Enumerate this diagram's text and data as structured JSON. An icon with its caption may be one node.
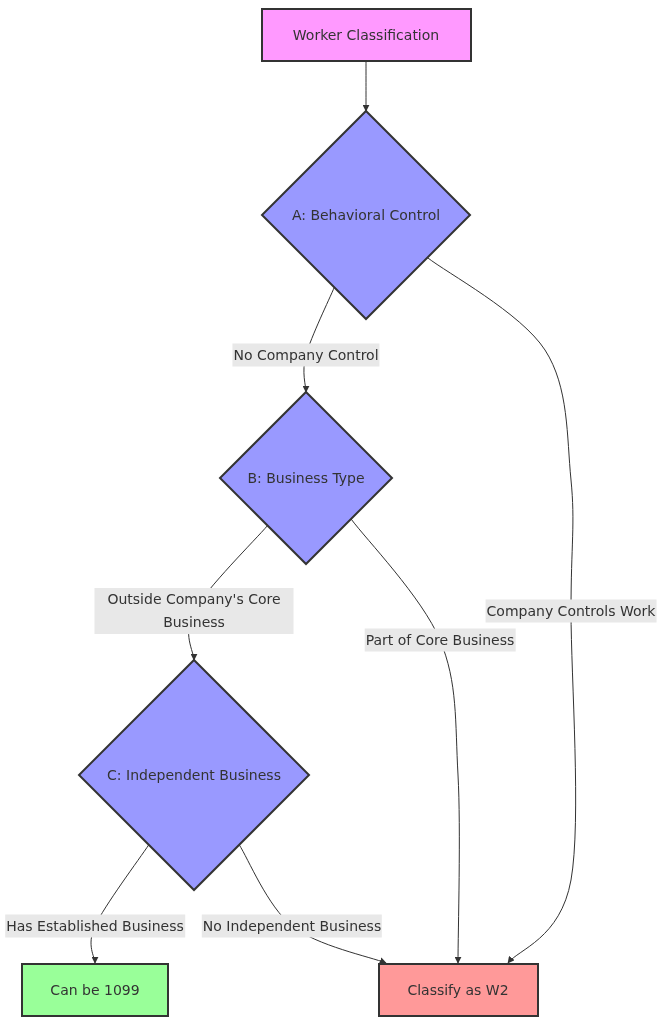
{
  "diagram": {
    "nodes": [
      {
        "text": [
          "Worker Classification"
        ]
      },
      {
        "text": [
          "A: Behavioral Control"
        ]
      },
      {
        "text": [
          "B: Business Type"
        ]
      },
      {
        "text": [
          "C: Independent Business"
        ]
      },
      {
        "text": [
          "Can be 1099"
        ]
      },
      {
        "text": [
          "Classify as W2"
        ]
      }
    ],
    "edges": [
      {
        "from": 0,
        "to": 1,
        "arrow": "to"
      },
      {
        "from": 1,
        "to": 2,
        "arrow": "to",
        "label": "No Company Control"
      },
      {
        "from": 1,
        "to": 5,
        "arrow": "to",
        "label": "Company Controls Work"
      },
      {
        "from": 2,
        "to": 3,
        "arrow": "to",
        "label": "Outside Company's Core Business"
      },
      {
        "from": 2,
        "to": 5,
        "arrow": "to",
        "label": "Part of Core Business"
      },
      {
        "from": 3,
        "to": 4,
        "arrow": "to",
        "label": "Has Established Business"
      },
      {
        "from": 3,
        "to": 5,
        "arrow": "to",
        "label": "No Independent Business"
      }
    ]
  }
}
